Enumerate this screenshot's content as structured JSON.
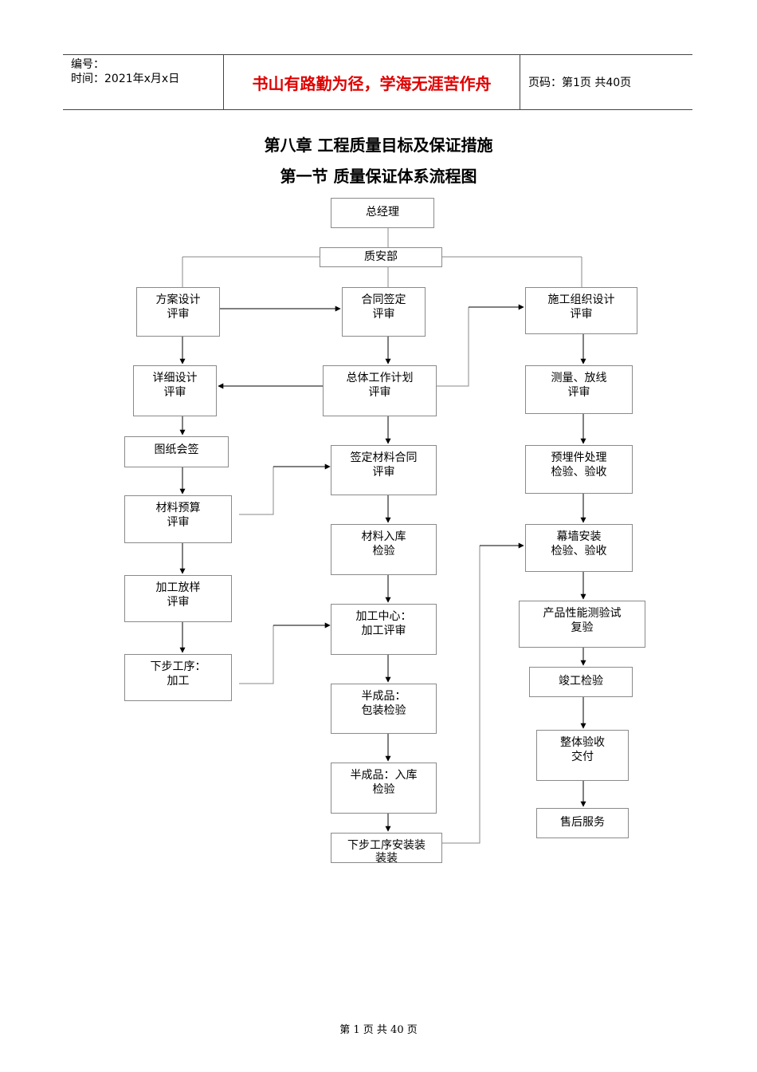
{
  "header": {
    "number_label": "编号：",
    "time_label": "时间：2021年x月x日",
    "motto": "书山有路勤为径，学海无涯苦作舟",
    "page_info": "页码：第1页  共40页"
  },
  "titles": {
    "chapter": "第八章  工程质量目标及保证措施",
    "section": "第一节  质量保证体系流程图"
  },
  "flow": {
    "general_manager": "总经理",
    "quality_dept": "质安部",
    "left": {
      "scheme_design": "方案设计\n评审",
      "detailed_design": "详细设计\n评审",
      "drawing_signoff": "图纸会签",
      "material_budget": "材料预算\n评审",
      "processing_sample": "加工放样\n评审",
      "next_step_processing": "下步工序：\n加工"
    },
    "center": {
      "contract_signing": "合同签定\n评审",
      "overall_plan": "总体工作计划\n评审",
      "material_contract": "签定材料合同\n评审",
      "material_warehouse": "材料入库\n检验",
      "processing_center": "加工中心：\n加工评审",
      "semi_packaging": "半成品：\n包装检验",
      "semi_warehouse": "半成品：入库\n检验",
      "next_step_install": "下步工序安装装\n装装"
    },
    "right": {
      "construction_design": "施工组织设计\n评审",
      "survey": "测量、放线\n评审",
      "embedded_parts": "预埋件处理\n检验、验收",
      "curtain_wall": "幕墙安装\n检验、验收",
      "performance_test": "产品性能测验试\n复验",
      "completion_check": "竣工检验",
      "overall_acceptance": "整体验收\n交付",
      "after_sales": "售后服务"
    }
  },
  "footer": {
    "page_text": "第  1  页  共  40  页"
  }
}
